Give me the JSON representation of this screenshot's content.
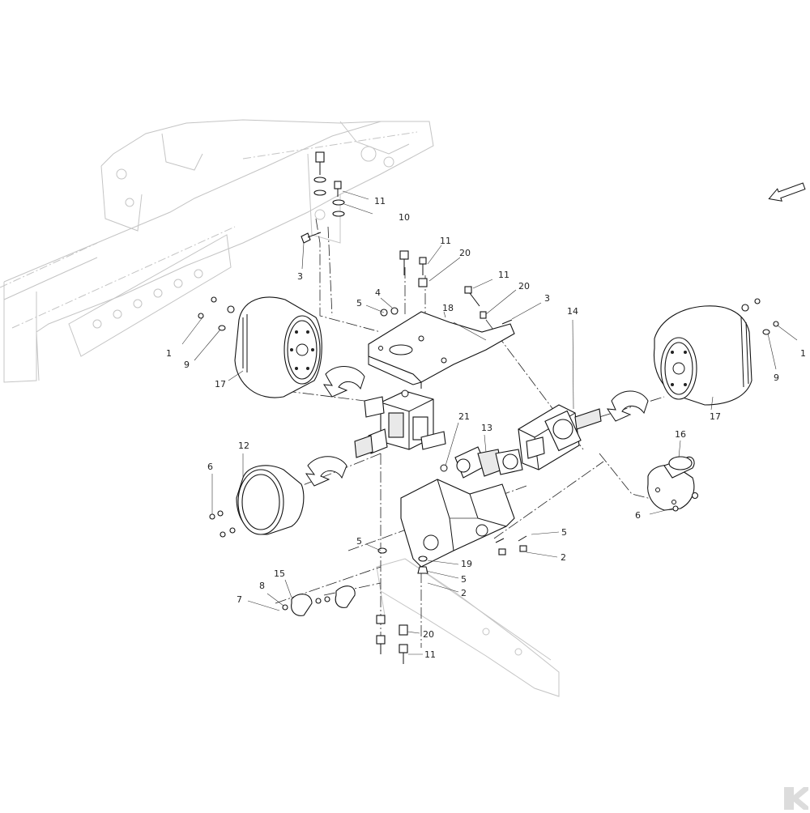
{
  "callouts": {
    "c10": "10",
    "c11a": "11",
    "c3a": "3",
    "c11b": "11",
    "c20a": "20",
    "c4": "4",
    "c5a": "5",
    "c11c": "11",
    "c20b": "20",
    "c3b": "3",
    "c18": "18",
    "c14": "14",
    "c1a": "1",
    "c9a": "9",
    "c17a": "17",
    "c1b": "1",
    "c9b": "9",
    "c17b": "17",
    "c21": "21",
    "c13": "13",
    "c12": "12",
    "c6a": "6",
    "c16": "16",
    "c6b": "6",
    "c5b": "5",
    "c5c": "5",
    "c2a": "2",
    "c19": "19",
    "c5d": "5",
    "c2b": "2",
    "c15": "15",
    "c8": "8",
    "c7": "7",
    "c20c": "20",
    "c11d": "11"
  },
  "icons": {
    "view-direction": "view-direction-arrow-icon",
    "brand": "brand-logo-icon"
  },
  "colors": {
    "line": "#111111",
    "ghost": "#c4c4c4",
    "background": "#ffffff"
  }
}
